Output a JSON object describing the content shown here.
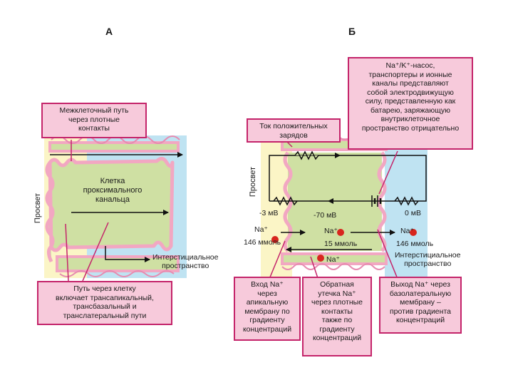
{
  "panels": {
    "a": {
      "letter": "А",
      "boxes": {
        "intercellular": "Межклеточный путь\nчерез плотные\nконтакты",
        "transcellular": "Путь  через клетку\nвключает трансапикальный,\nтрансбазальный и\nтранслатеральный пути"
      },
      "labels": {
        "cell": "Клетка\nпроксимального\nканальца",
        "lumen": "Просвет",
        "interstitial": "Интерстициальное\nпространство"
      }
    },
    "b": {
      "letter": "Б",
      "boxes": {
        "pump": "Na⁺/K⁺-насос,\nтранспортеры и ионные\nканалы представляют\nсобой электродвижущую\nсилу, представленную как\nбатарею, заряжающую\nвнутриклеточное\nпространство отрицательно",
        "current": "Ток положительных\nзарядов",
        "entry": "Вход Na⁺\nчерез\nапикальную\nмембрану по\nградиенту\nконцентраций",
        "leak": "Обратная\nутечка Na⁺\nчерез плотные\nконтакты\nтакже по\nградиенту\nконцентраций",
        "exit": "Выход Na⁺ через\nбазолатеральную\nмембрану –\nпротив градиента\nконцентраций"
      },
      "labels": {
        "lumen": "Просвет",
        "interstitial": "Интерстициальное\nпространство",
        "v_lumen": "-3 мВ",
        "v_cell": "-70 мВ",
        "v_interstitial": "0 мВ",
        "na_lumen": "Na⁺",
        "na_cell": "Na⁺",
        "na_interstitial": "Na⁺",
        "na_leak": "Na⁺",
        "c_lumen": "146 ммоль",
        "c_cell": "15 ммоль",
        "c_interstitial": "146 ммоль"
      }
    }
  },
  "colors": {
    "lumen": "#fbf5c6",
    "interstitial": "#bfe3f2",
    "cell": "#cfe0a3",
    "membrane": "#f2a7c2",
    "box_fill": "#f7cadb",
    "box_border": "#c4246a",
    "ion": "#d8261e"
  }
}
